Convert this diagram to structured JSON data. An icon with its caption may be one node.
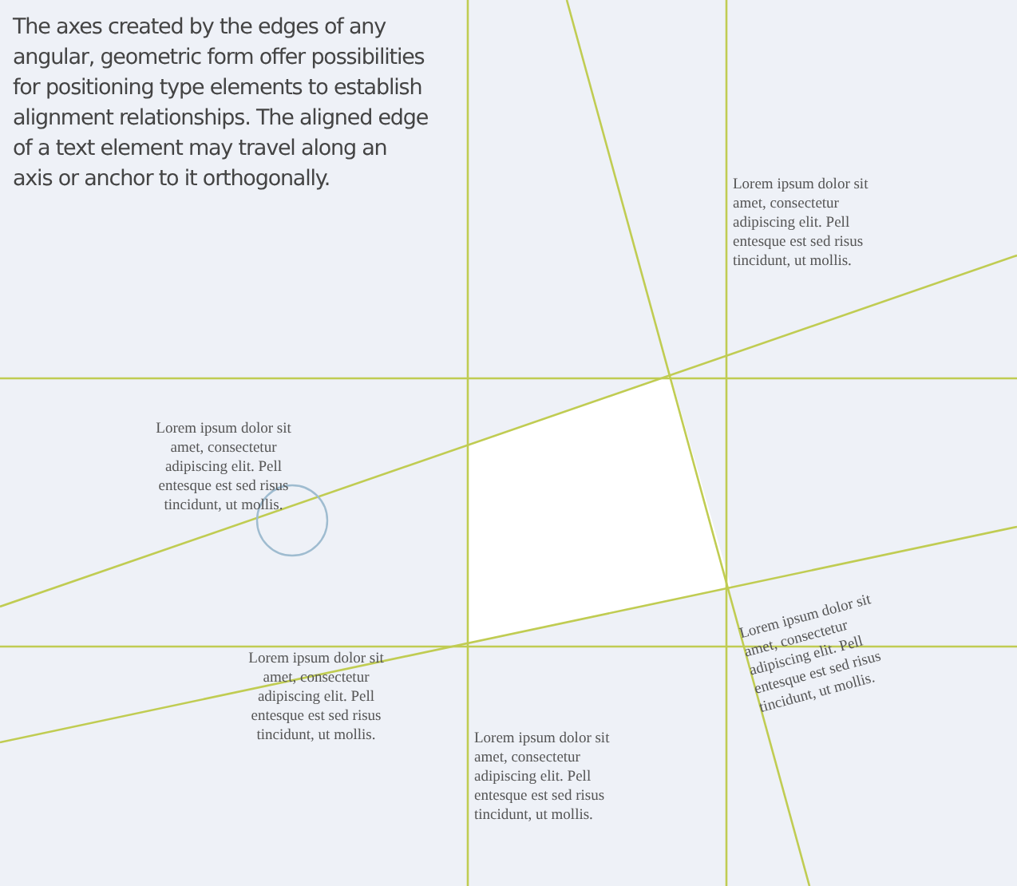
{
  "diagram": {
    "labels": [
      "The axes created by the edges of any angular, geometric form offer possibilities for positioning type elements to establish alignment relationships. The aligned edge of a text element may travel along an axis or anchor to it orthogonally.",
      "Lorem ipsum dolor sit amet, consectetur adipiscing elit. Pell entesque est sed risus tincidunt, ut mollis.",
      "Lorem ipsum dolor sit amet, consectetur adipiscing elit. Pell entesque est sed risus tincidunt, ut mollis.",
      "Lorem ipsum dolor sit amet, consectetur adipiscing elit. Pell entesque est sed risus tincidunt, ut mollis.",
      "Lorem ipsum dolor sit amet, consectetur adipiscing elit. Pell entesque est sed risus tincidunt, ut mollis.",
      "Lorem ipsum dolor sit amet, consectetur adipiscing elit. Pell entesque est sed risus tincidunt, ut mollis."
    ]
  }
}
